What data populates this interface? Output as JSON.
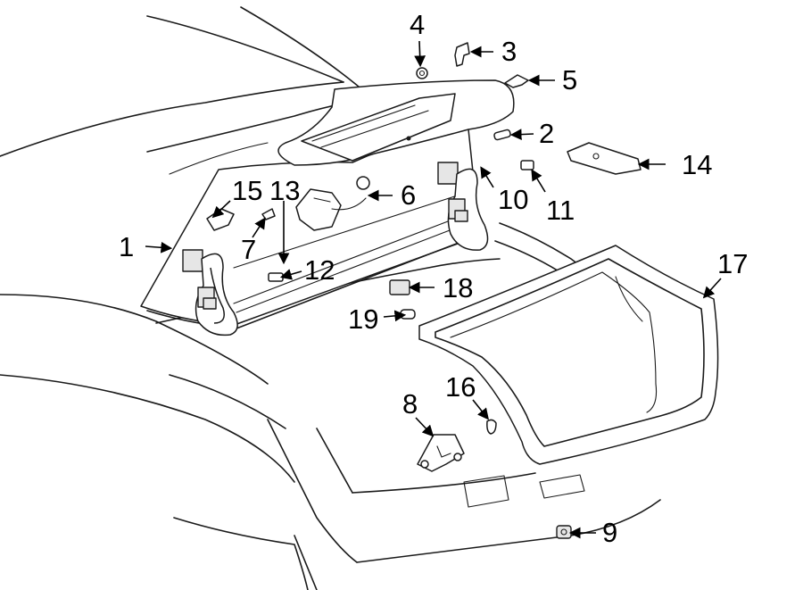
{
  "callouts": [
    {
      "id": "1",
      "text": "1"
    },
    {
      "id": "2",
      "text": "2"
    },
    {
      "id": "3",
      "text": "3"
    },
    {
      "id": "4",
      "text": "4"
    },
    {
      "id": "5",
      "text": "5"
    },
    {
      "id": "6",
      "text": "6"
    },
    {
      "id": "7",
      "text": "7"
    },
    {
      "id": "8",
      "text": "8"
    },
    {
      "id": "9",
      "text": "9"
    },
    {
      "id": "10",
      "text": "10"
    },
    {
      "id": "11",
      "text": "11"
    },
    {
      "id": "12",
      "text": "12"
    },
    {
      "id": "13",
      "text": "13"
    },
    {
      "id": "14",
      "text": "14"
    },
    {
      "id": "15",
      "text": "15"
    },
    {
      "id": "16",
      "text": "16"
    },
    {
      "id": "17",
      "text": "17"
    },
    {
      "id": "18",
      "text": "18"
    },
    {
      "id": "19",
      "text": "19"
    }
  ],
  "colors": {
    "line": "#1a1a1a",
    "background": "#ffffff"
  }
}
